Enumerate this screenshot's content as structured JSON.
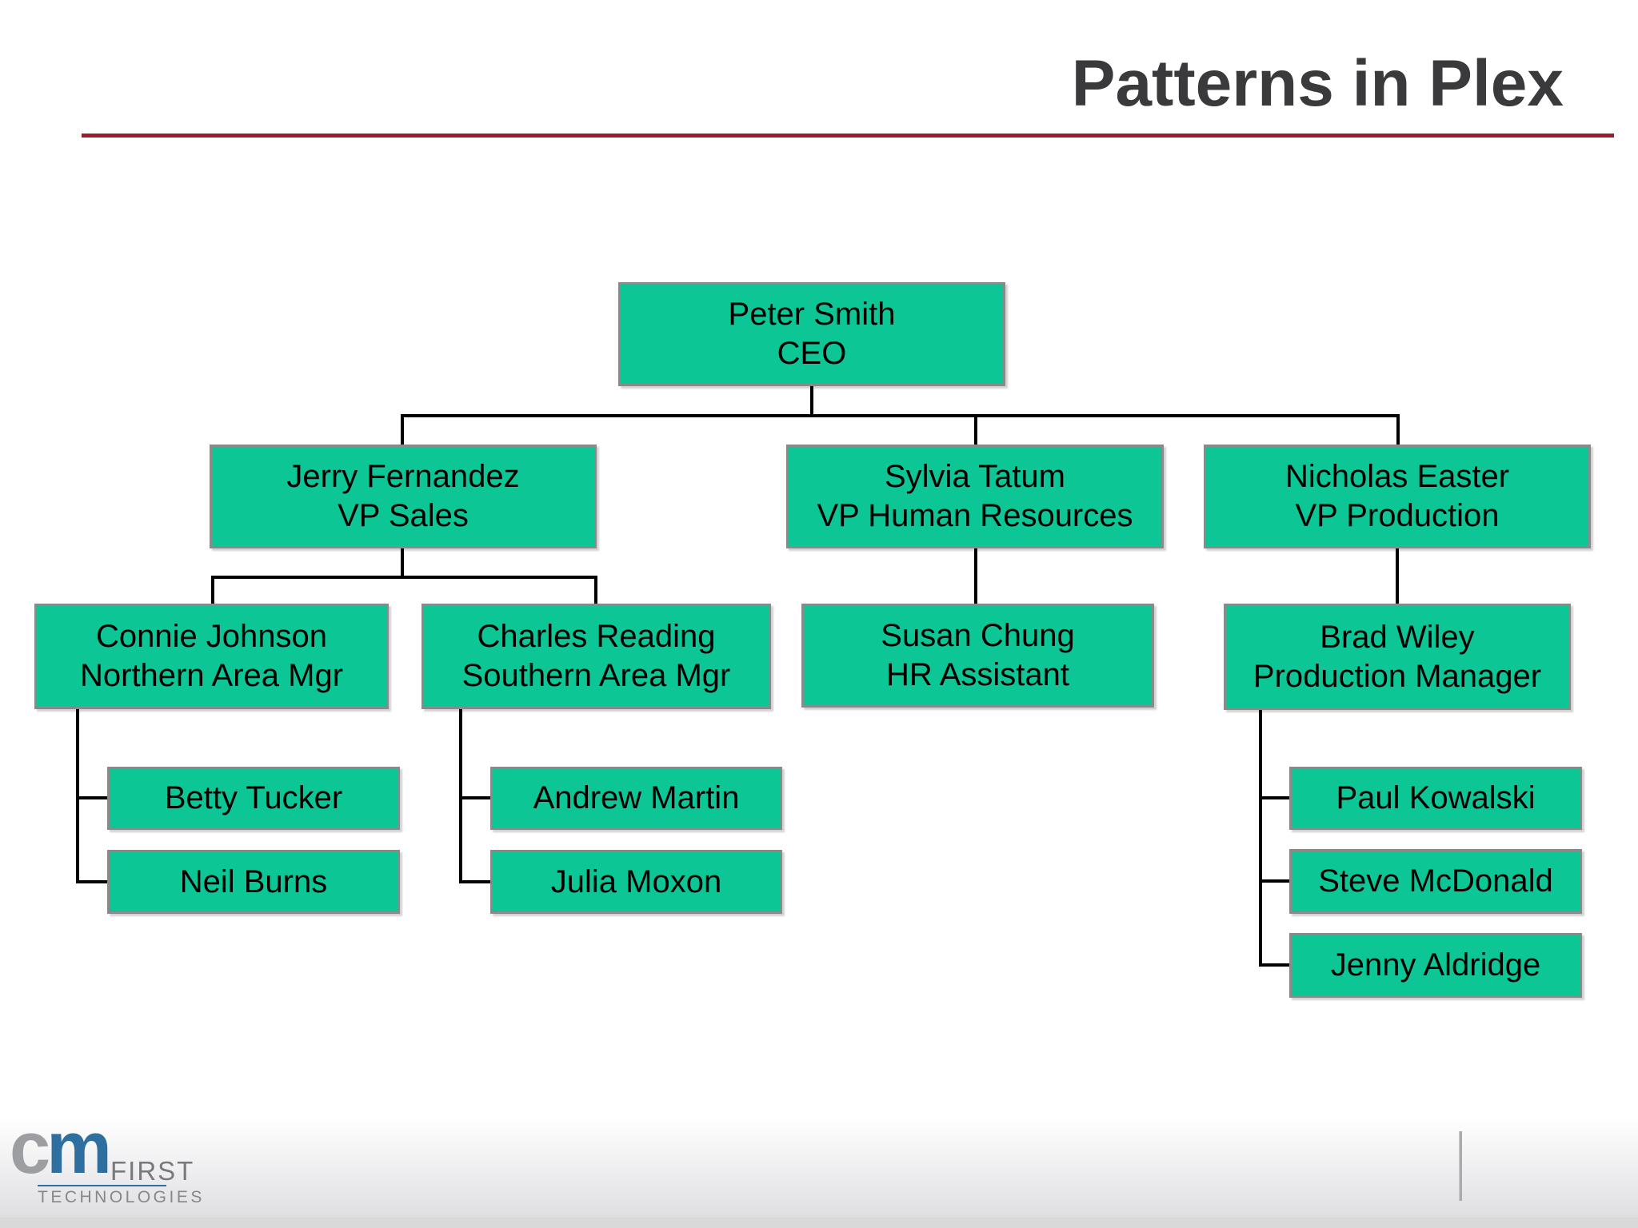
{
  "slide": {
    "title": "Patterns in Plex"
  },
  "org_chart": {
    "nodes": {
      "peter": {
        "name": "Peter Smith",
        "role": "CEO"
      },
      "jerry": {
        "name": "Jerry Fernandez",
        "role": "VP Sales"
      },
      "sylvia": {
        "name": "Sylvia Tatum",
        "role": "VP Human Resources"
      },
      "nicholas": {
        "name": "Nicholas Easter",
        "role": "VP Production"
      },
      "connie": {
        "name": "Connie Johnson",
        "role": "Northern Area Mgr"
      },
      "charles": {
        "name": "Charles Reading",
        "role": "Southern Area Mgr"
      },
      "susan": {
        "name": "Susan Chung",
        "role": "HR Assistant"
      },
      "brad": {
        "name": "Brad Wiley",
        "role": "Production Manager"
      },
      "betty": {
        "name": "Betty Tucker"
      },
      "neil": {
        "name": "Neil Burns"
      },
      "andrew": {
        "name": "Andrew Martin"
      },
      "julia": {
        "name": "Julia Moxon"
      },
      "paul": {
        "name": "Paul Kowalski"
      },
      "steve": {
        "name": "Steve McDonald"
      },
      "jenny": {
        "name": "Jenny Aldridge"
      }
    },
    "hierarchy": {
      "peter": [
        "jerry",
        "sylvia",
        "nicholas"
      ],
      "jerry": [
        "connie",
        "charles"
      ],
      "sylvia": [
        "susan"
      ],
      "nicholas": [
        "brad"
      ],
      "connie": [
        "betty",
        "neil"
      ],
      "charles": [
        "andrew",
        "julia"
      ],
      "brad": [
        "paul",
        "steve",
        "jenny"
      ]
    }
  },
  "logo": {
    "cm_c": "c",
    "cm_m": "m",
    "first": "FIRST",
    "technologies": "TECHNOLOGIES"
  },
  "colors": {
    "node_fill": "#0cc795",
    "node_border": "#8a8a8a",
    "connector": "#000000",
    "title_text": "#3a3a3c",
    "title_underline": "#9e1b28",
    "logo_blue": "#2f6f9f",
    "logo_gray": "#9c9ea1"
  }
}
